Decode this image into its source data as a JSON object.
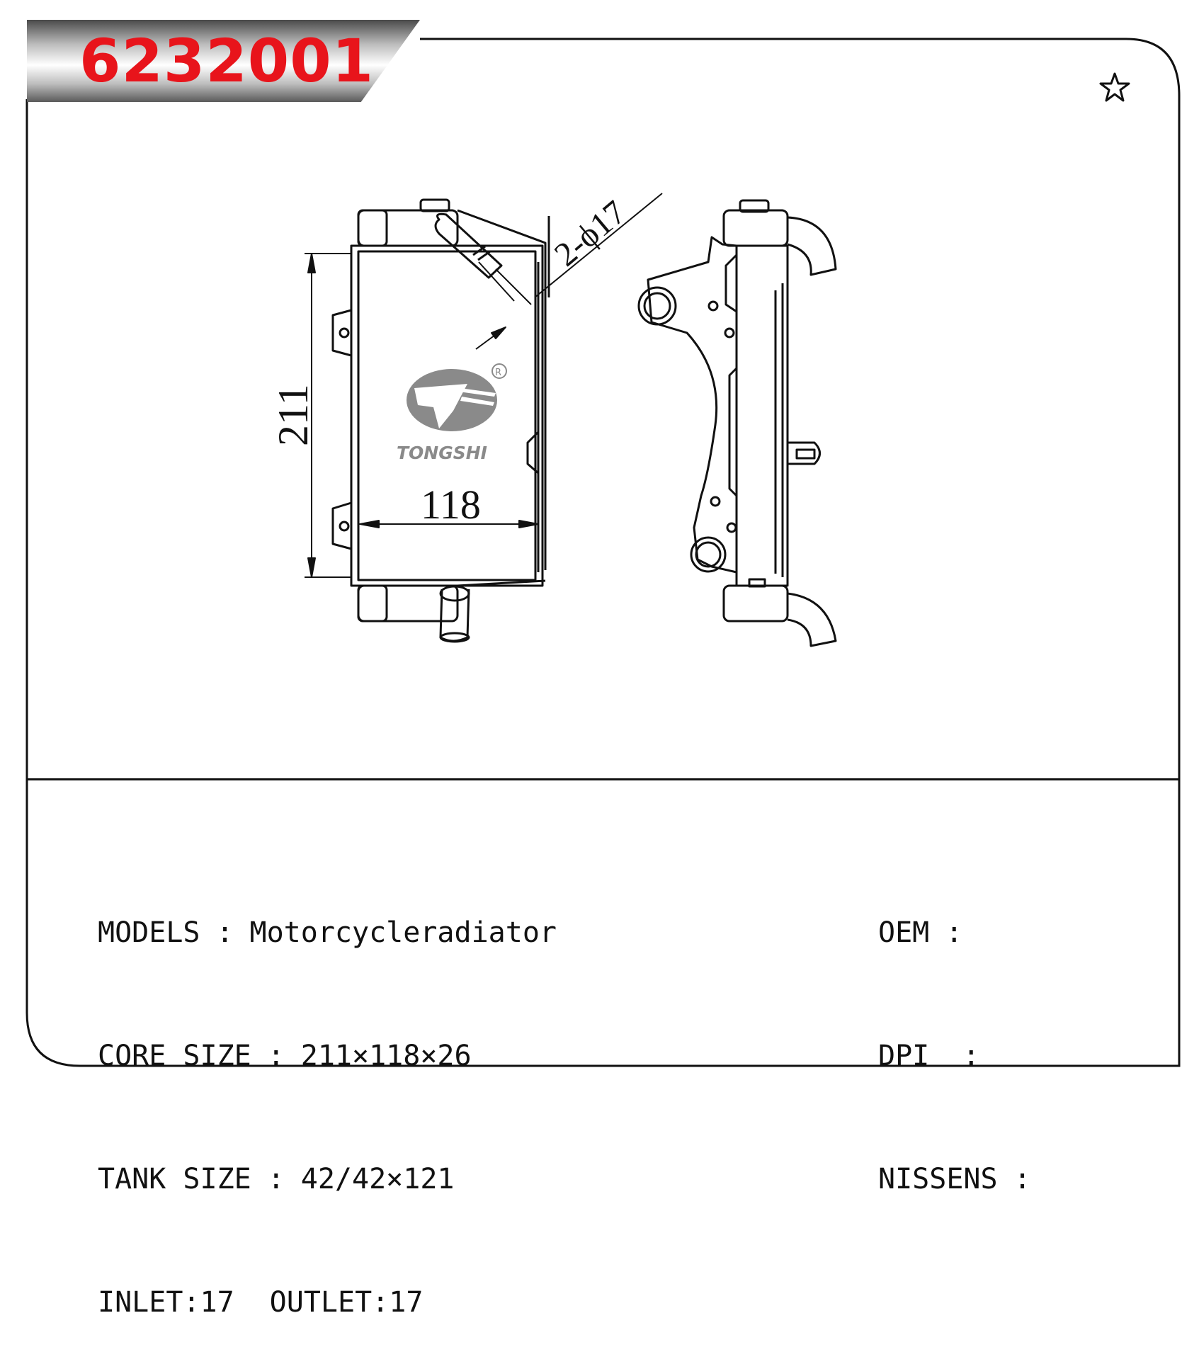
{
  "part_number": "6232001",
  "favorite_icon": "star-outline-icon",
  "drawing": {
    "dim_height": "211",
    "dim_width": "118",
    "dim_pipe": "2-ϕ17",
    "logo_text": "TONGSHI",
    "registered_mark": "R"
  },
  "specs": {
    "models_label": "MODELS",
    "models_value": "Motorcycleradiator",
    "core_label": "CORE SIZE",
    "core_value": "211×118×26",
    "tank_label": "TANK SIZE",
    "tank_value": "42/42×121",
    "inlet_label": "INLET:",
    "inlet_value": "17",
    "outlet_label": "OUTLET:",
    "outlet_value": "17",
    "separator": ":",
    "oem_label": "OEM",
    "oem_value": "",
    "dpi_label": "DPI",
    "dpi_value": "",
    "nissens_label": "NISSENS",
    "nissens_value": ""
  },
  "colors": {
    "part_number": "#e8141b",
    "line": "#111111",
    "logo": "#8a8a8a"
  }
}
